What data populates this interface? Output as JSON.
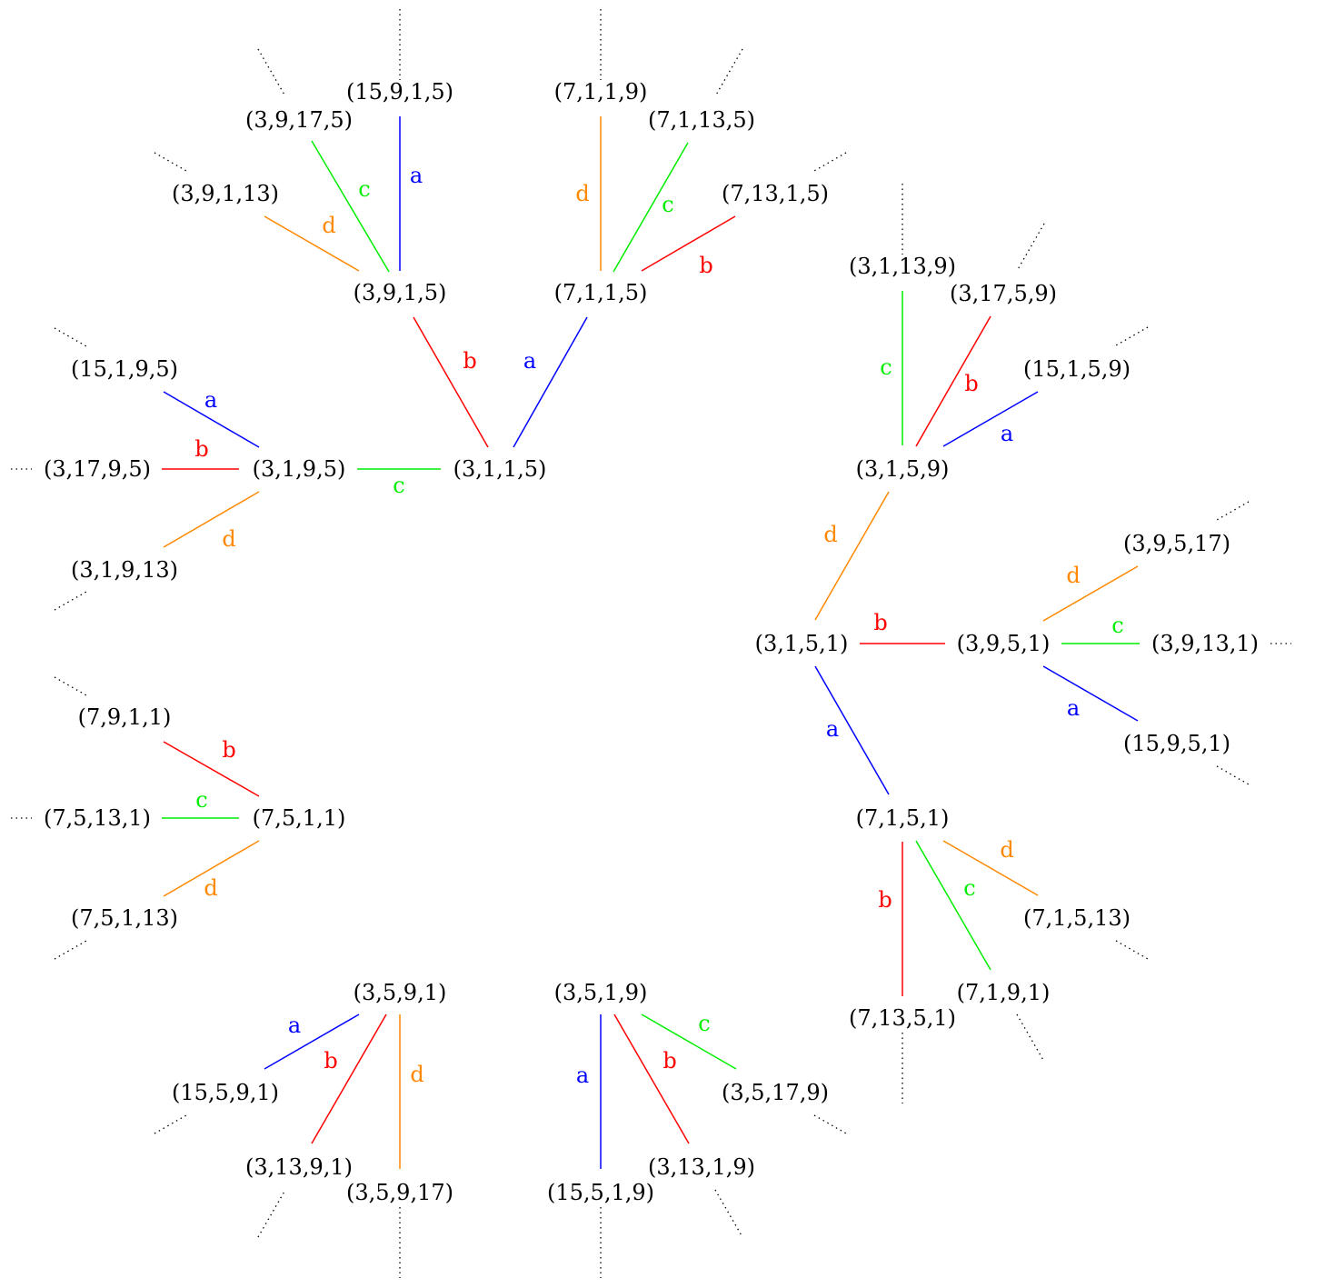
{
  "colors": {
    "a": "#0000ff",
    "b": "#ff0000",
    "c": "#00ee00",
    "d": "#ff8800",
    "text": "#000000"
  },
  "edge_letters": {
    "a": "a",
    "b": "b",
    "c": "c",
    "d": "d"
  },
  "nodes": [
    {
      "id": "n3115",
      "label": "(3,1,1,5)"
    },
    {
      "id": "n3915",
      "label": "(3,9,1,5)"
    },
    {
      "id": "n7115",
      "label": "(7,1,1,5)"
    },
    {
      "id": "n3195",
      "label": "(3,1,9,5)"
    },
    {
      "id": "n15915",
      "label": "(15,9,1,5)"
    },
    {
      "id": "n39175",
      "label": "(3,9,17,5)"
    },
    {
      "id": "n39113",
      "label": "(3,9,1,13)"
    },
    {
      "id": "n7119",
      "label": "(7,1,1,9)"
    },
    {
      "id": "n71135",
      "label": "(7,1,13,5)"
    },
    {
      "id": "n71315",
      "label": "(7,13,1,5)"
    },
    {
      "id": "n15195",
      "label": "(15,1,9,5)"
    },
    {
      "id": "n31795",
      "label": "(3,17,9,5)"
    },
    {
      "id": "n31913",
      "label": "(3,1,9,13)"
    },
    {
      "id": "n3151",
      "label": "(3,1,5,1)"
    },
    {
      "id": "n3159",
      "label": "(3,1,5,9)"
    },
    {
      "id": "n3951",
      "label": "(3,9,5,1)"
    },
    {
      "id": "n7151",
      "label": "(7,1,5,1)"
    },
    {
      "id": "n31139",
      "label": "(3,1,13,9)"
    },
    {
      "id": "n31759",
      "label": "(3,17,5,9)"
    },
    {
      "id": "n15159",
      "label": "(15,1,5,9)"
    },
    {
      "id": "n39517",
      "label": "(3,9,5,17)"
    },
    {
      "id": "n39131",
      "label": "(3,9,13,1)"
    },
    {
      "id": "n15951",
      "label": "(15,9,5,1)"
    },
    {
      "id": "n71513",
      "label": "(7,1,5,13)"
    },
    {
      "id": "n7191",
      "label": "(7,1,9,1)"
    },
    {
      "id": "n71351",
      "label": "(7,13,5,1)"
    },
    {
      "id": "n7511",
      "label": "(7,5,1,1)"
    },
    {
      "id": "n7911",
      "label": "(7,9,1,1)"
    },
    {
      "id": "n75131",
      "label": "(7,5,13,1)"
    },
    {
      "id": "n75113",
      "label": "(7,5,1,13)"
    },
    {
      "id": "n3591",
      "label": "(3,5,9,1)"
    },
    {
      "id": "n15591",
      "label": "(15,5,9,1)"
    },
    {
      "id": "n31391",
      "label": "(3,13,9,1)"
    },
    {
      "id": "n35917",
      "label": "(3,5,9,17)"
    },
    {
      "id": "n3519",
      "label": "(3,5,1,9)"
    },
    {
      "id": "n15519",
      "label": "(15,5,1,9)"
    },
    {
      "id": "n31319",
      "label": "(3,13,1,9)"
    },
    {
      "id": "n35179",
      "label": "(3,5,17,9)"
    }
  ],
  "edges": [
    {
      "from": "n3115",
      "to": "n3915",
      "letter": "b"
    },
    {
      "from": "n3115",
      "to": "n7115",
      "letter": "a"
    },
    {
      "from": "n3115",
      "to": "n3195",
      "letter": "c"
    },
    {
      "from": "n3915",
      "to": "n15915",
      "letter": "a"
    },
    {
      "from": "n3915",
      "to": "n39175",
      "letter": "c"
    },
    {
      "from": "n3915",
      "to": "n39113",
      "letter": "d"
    },
    {
      "from": "n7115",
      "to": "n7119",
      "letter": "d"
    },
    {
      "from": "n7115",
      "to": "n71135",
      "letter": "c"
    },
    {
      "from": "n7115",
      "to": "n71315",
      "letter": "b"
    },
    {
      "from": "n3195",
      "to": "n15195",
      "letter": "a"
    },
    {
      "from": "n3195",
      "to": "n31795",
      "letter": "b"
    },
    {
      "from": "n3195",
      "to": "n31913",
      "letter": "d"
    },
    {
      "from": "n3151",
      "to": "n3159",
      "letter": "d"
    },
    {
      "from": "n3151",
      "to": "n3951",
      "letter": "b"
    },
    {
      "from": "n3151",
      "to": "n7151",
      "letter": "a"
    },
    {
      "from": "n3159",
      "to": "n31139",
      "letter": "c"
    },
    {
      "from": "n3159",
      "to": "n31759",
      "letter": "b"
    },
    {
      "from": "n3159",
      "to": "n15159",
      "letter": "a"
    },
    {
      "from": "n3951",
      "to": "n39517",
      "letter": "d"
    },
    {
      "from": "n3951",
      "to": "n39131",
      "letter": "c"
    },
    {
      "from": "n3951",
      "to": "n15951",
      "letter": "a"
    },
    {
      "from": "n7151",
      "to": "n71513",
      "letter": "d"
    },
    {
      "from": "n7151",
      "to": "n7191",
      "letter": "c"
    },
    {
      "from": "n7151",
      "to": "n71351",
      "letter": "b"
    },
    {
      "from": "n7511",
      "to": "n7911",
      "letter": "b"
    },
    {
      "from": "n7511",
      "to": "n75131",
      "letter": "c"
    },
    {
      "from": "n7511",
      "to": "n75113",
      "letter": "d"
    },
    {
      "from": "n3591",
      "to": "n15591",
      "letter": "a"
    },
    {
      "from": "n3591",
      "to": "n31391",
      "letter": "b"
    },
    {
      "from": "n3591",
      "to": "n35917",
      "letter": "d"
    },
    {
      "from": "n3519",
      "to": "n15519",
      "letter": "a"
    },
    {
      "from": "n3519",
      "to": "n31319",
      "letter": "b"
    },
    {
      "from": "n3519",
      "to": "n35179",
      "letter": "c"
    }
  ]
}
